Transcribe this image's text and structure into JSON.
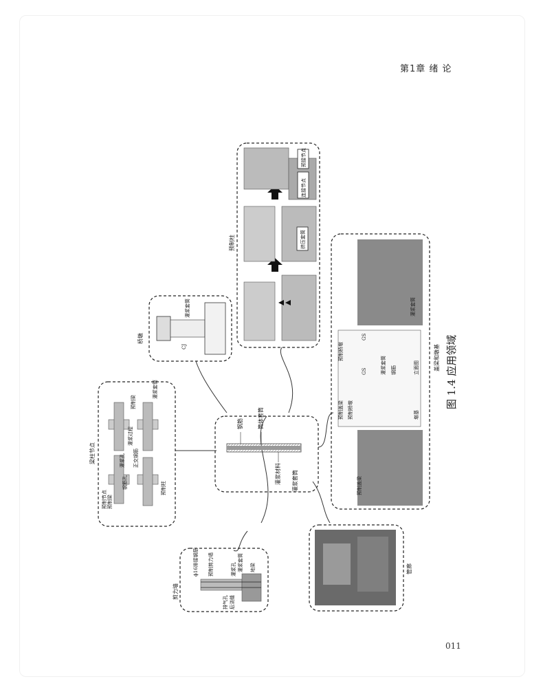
{
  "header": {
    "chapter": "第1章  绪  论"
  },
  "page_number": "011",
  "figure": {
    "caption": "图 1.4   应用领域",
    "center": {
      "title": "灌浆套筒",
      "labels": [
        "钢筋",
        "灌浆材料",
        "筒体套筒"
      ]
    },
    "precast_column": {
      "title": "预制柱",
      "labels": [
        "挤压套筒",
        "连接节点",
        "预接节点"
      ]
    },
    "bridge_pier": {
      "title": "桥墩",
      "labels": [
        "灌浆套筒",
        "CJ"
      ]
    },
    "beam_column": {
      "title": "梁柱节点",
      "labels": [
        "预制梁",
        "预制节点",
        "钢筋孔",
        "灌浆孔",
        "正交钢筋",
        "灌浆过程",
        "预制柱",
        "预制梁",
        "灌浆套筒"
      ]
    },
    "shear_wall": {
      "title": "剪力墙",
      "labels": [
        "ϕ16排接钢筋",
        "预制剪力墙",
        "灌浆孔",
        "灌浆套筒",
        "地梁",
        "排气孔",
        "后浇缝"
      ]
    },
    "pipe_gallery": {
      "title": "管廊"
    },
    "cap_beam_pier": {
      "title": "盖梁和墩基",
      "labels": [
        "预制盖梁",
        "预制桥墩",
        "墩基",
        "立面图",
        "GS",
        "GS",
        "灌浆套筒",
        "钢筋",
        "预制桥墩",
        "灌浆套筒",
        "预制盖梁"
      ]
    }
  }
}
